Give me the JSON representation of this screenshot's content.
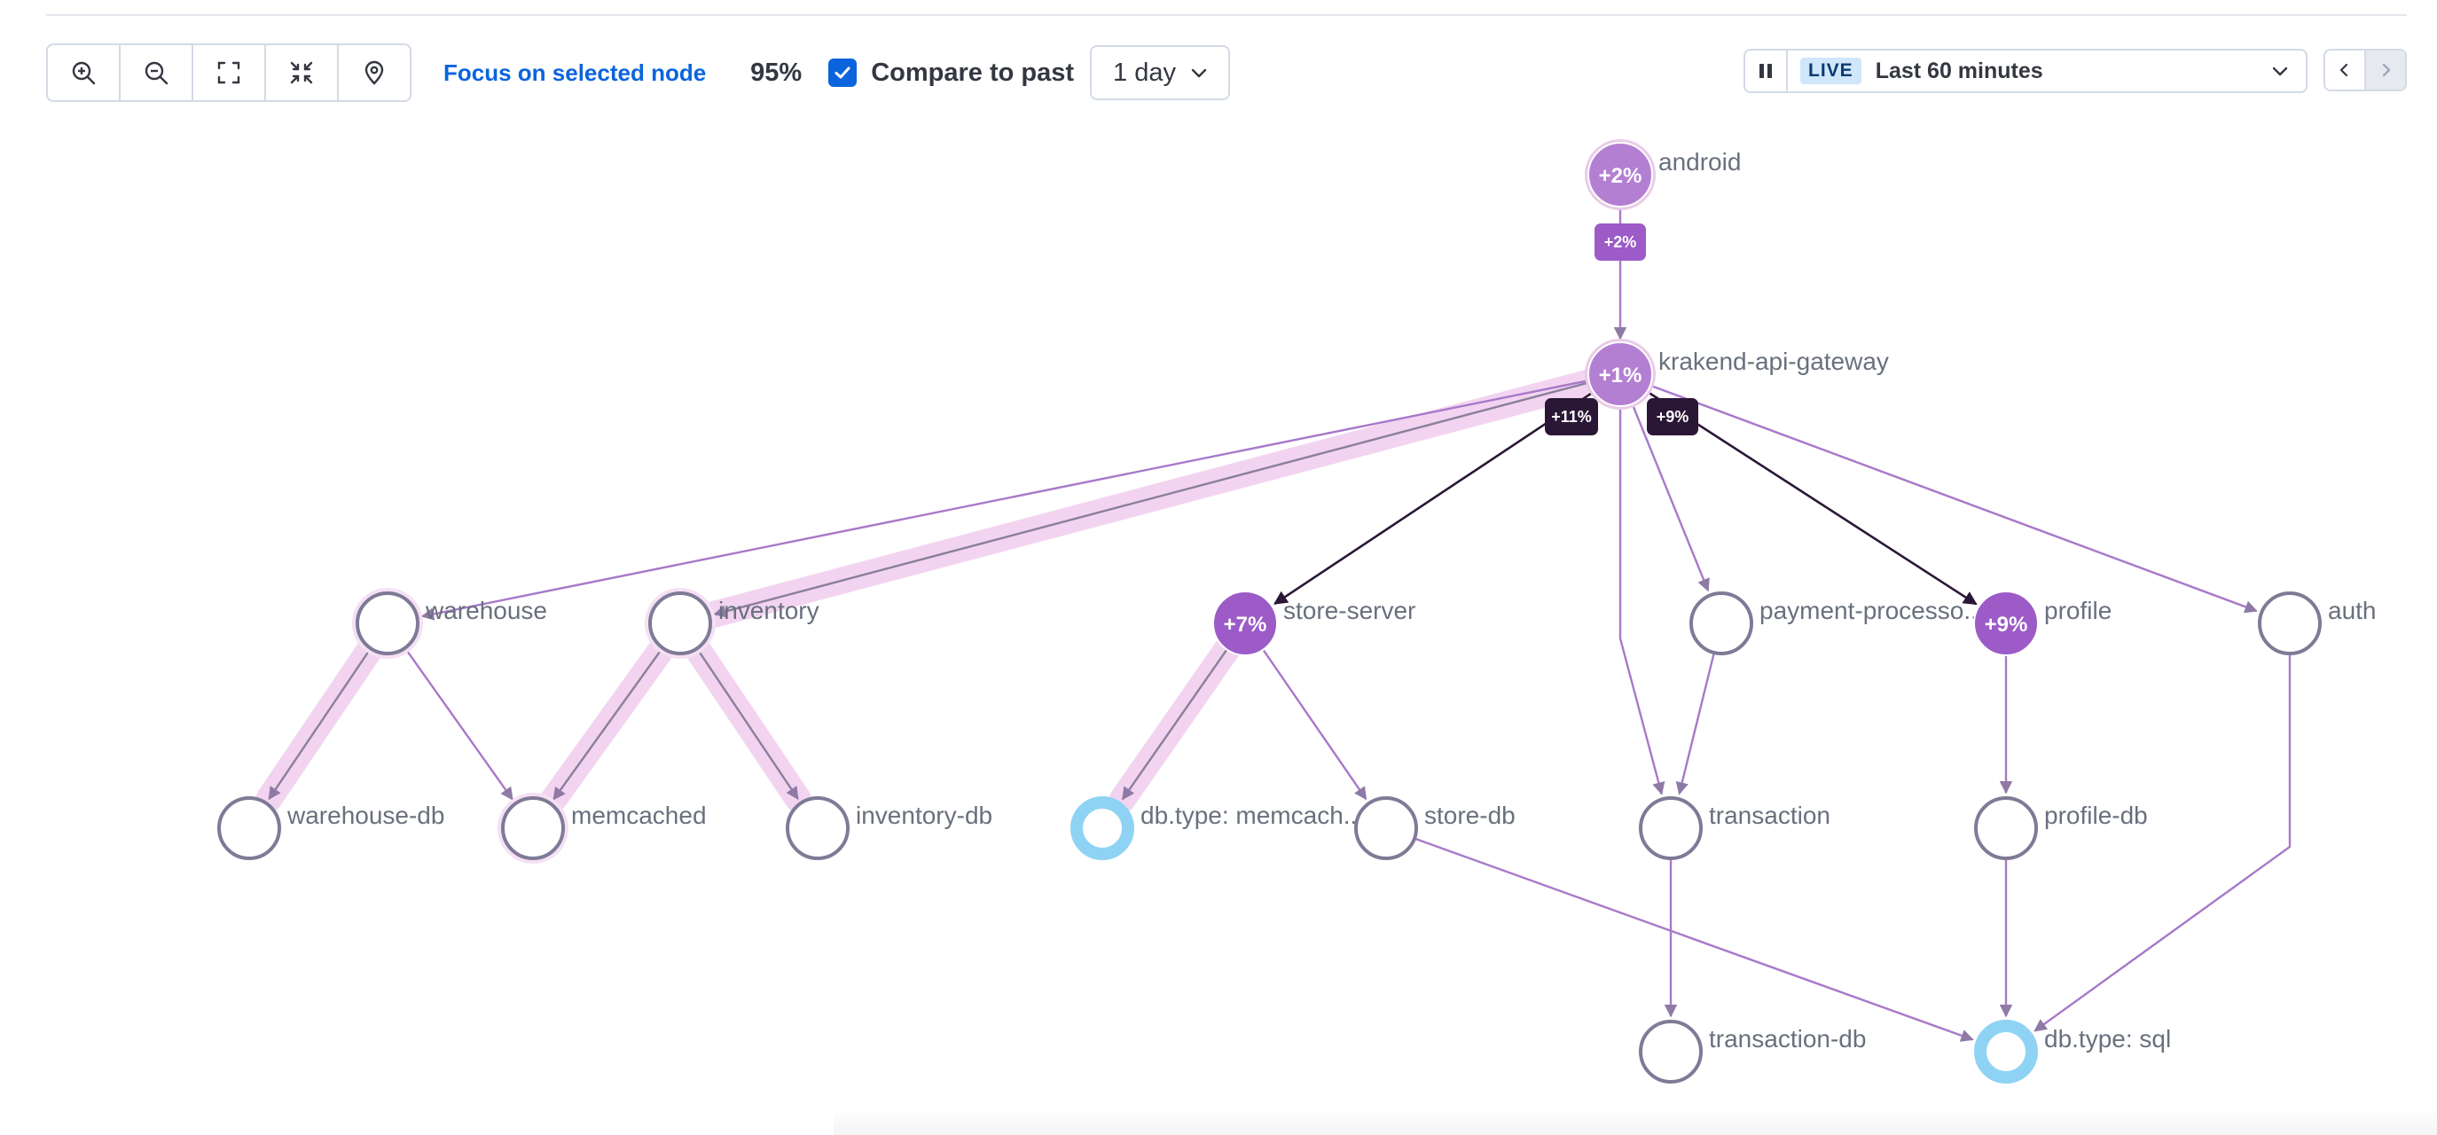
{
  "toolbar": {
    "buttons": [
      {
        "name": "zoom-in-button",
        "icon": "zoom-in-icon"
      },
      {
        "name": "zoom-out-button",
        "icon": "zoom-out-icon"
      },
      {
        "name": "fit-to-screen-button",
        "icon": "fit-screen-icon"
      },
      {
        "name": "center-button",
        "icon": "center-focus-icon"
      },
      {
        "name": "locate-button",
        "icon": "map-pin-icon"
      }
    ],
    "focus_label": "Focus on selected node",
    "zoom_level": "95%",
    "compare_checked": true,
    "compare_label": "Compare to past",
    "compare_period": "1 day"
  },
  "timepicker": {
    "live_badge": "LIVE",
    "range": "Last 60 minutes"
  },
  "colors": {
    "accent_blue": "#0b64dd",
    "node_purple": "#9c5bc7",
    "node_purple_light": "#b37fd3",
    "edge_purple": "#a878c9",
    "edge_dark": "#2a1735",
    "highlight": "#f2d4f0",
    "external_node": "#8fd3f4",
    "neutral_node": "#7f7a96"
  },
  "graph": {
    "nodes": [
      {
        "id": "android",
        "label": "android",
        "badge": "+2%",
        "style": "changed-light"
      },
      {
        "id": "gateway",
        "label": "krakend-api-gateway",
        "badge": "+1%",
        "style": "changed-light"
      },
      {
        "id": "warehouse",
        "label": "warehouse",
        "badge": "",
        "style": "neutral"
      },
      {
        "id": "inventory",
        "label": "inventory",
        "badge": "",
        "style": "neutral"
      },
      {
        "id": "store-server",
        "label": "store-server",
        "badge": "+7%",
        "style": "changed"
      },
      {
        "id": "payment",
        "label": "payment-processo...",
        "badge": "",
        "style": "neutral"
      },
      {
        "id": "profile",
        "label": "profile",
        "badge": "+9%",
        "style": "changed"
      },
      {
        "id": "auth",
        "label": "auth",
        "badge": "",
        "style": "neutral"
      },
      {
        "id": "warehouse-db",
        "label": "warehouse-db",
        "badge": "",
        "style": "neutral"
      },
      {
        "id": "memcached",
        "label": "memcached",
        "badge": "",
        "style": "neutral"
      },
      {
        "id": "inventory-db",
        "label": "inventory-db",
        "badge": "",
        "style": "neutral"
      },
      {
        "id": "db-memcached",
        "label": "db.type: memcach...",
        "badge": "",
        "style": "external"
      },
      {
        "id": "store-db",
        "label": "store-db",
        "badge": "",
        "style": "neutral"
      },
      {
        "id": "transaction",
        "label": "transaction",
        "badge": "",
        "style": "neutral"
      },
      {
        "id": "profile-db",
        "label": "profile-db",
        "badge": "",
        "style": "neutral"
      },
      {
        "id": "transaction-db",
        "label": "transaction-db",
        "badge": "",
        "style": "neutral"
      },
      {
        "id": "db-sql",
        "label": "db.type: sql",
        "badge": "",
        "style": "external"
      }
    ],
    "edges": [
      {
        "from": "android",
        "to": "gateway",
        "badge": "+2%",
        "style": "purple"
      },
      {
        "from": "gateway",
        "to": "warehouse",
        "badge": "",
        "style": "purple"
      },
      {
        "from": "gateway",
        "to": "inventory",
        "badge": "",
        "style": "highlight"
      },
      {
        "from": "gateway",
        "to": "store-server",
        "badge": "+11%",
        "style": "dark"
      },
      {
        "from": "gateway",
        "to": "payment",
        "badge": "",
        "style": "purple"
      },
      {
        "from": "gateway",
        "to": "profile",
        "badge": "+9%",
        "style": "dark"
      },
      {
        "from": "gateway",
        "to": "auth",
        "badge": "",
        "style": "purple"
      },
      {
        "from": "gateway",
        "to": "transaction",
        "badge": "",
        "style": "purple"
      },
      {
        "from": "warehouse",
        "to": "warehouse-db",
        "badge": "",
        "style": "highlight"
      },
      {
        "from": "warehouse",
        "to": "memcached",
        "badge": "",
        "style": "purple"
      },
      {
        "from": "inventory",
        "to": "memcached",
        "badge": "",
        "style": "highlight"
      },
      {
        "from": "inventory",
        "to": "inventory-db",
        "badge": "",
        "style": "highlight"
      },
      {
        "from": "store-server",
        "to": "db-memcached",
        "badge": "",
        "style": "highlight"
      },
      {
        "from": "store-server",
        "to": "store-db",
        "badge": "",
        "style": "purple"
      },
      {
        "from": "store-db",
        "to": "db-sql",
        "badge": "",
        "style": "purple"
      },
      {
        "from": "payment",
        "to": "transaction",
        "badge": "",
        "style": "purple"
      },
      {
        "from": "transaction",
        "to": "transaction-db",
        "badge": "",
        "style": "purple"
      },
      {
        "from": "profile",
        "to": "profile-db",
        "badge": "",
        "style": "purple"
      },
      {
        "from": "profile-db",
        "to": "db-sql",
        "badge": "",
        "style": "purple"
      },
      {
        "from": "auth",
        "to": "db-sql",
        "badge": "",
        "style": "purple"
      }
    ]
  }
}
